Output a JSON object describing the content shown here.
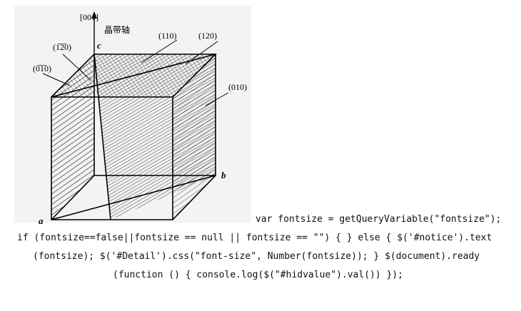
{
  "figure": {
    "axis_label": "[001]",
    "axis_cn": "晶带轴",
    "c_label": "c",
    "a_label": "a",
    "b_label": "b",
    "planes": [
      "(1̅2̅0)",
      "(0̅1̅0)",
      "(110)",
      "(120)",
      "(010)"
    ],
    "planes_plain": [
      "(120)",
      "(010)",
      "(110)",
      "(120)",
      "(010)"
    ]
  },
  "code": {
    "line1": "var fontsize = getQueryVariable(\"fontsize\");",
    "line2": "if (fontsize==false||fontsize == null || fontsize == \"\") { } else { $('#notice').text",
    "line3": "(fontsize); $('#Detail').css(\"font-size\", Number(fontsize)); } $(document).ready",
    "line4": "(function () { console.log($(\"#hidvalue\").val()) });"
  }
}
